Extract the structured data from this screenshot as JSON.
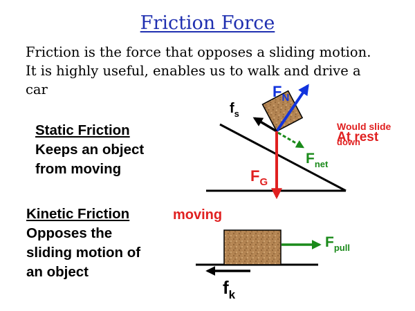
{
  "title": "Friction Force",
  "intro": "Friction is the force that opposes a sliding motion.  It is highly useful, enables us to walk and drive a car",
  "static": {
    "heading": "Static Friction",
    "line1": "Keeps an object",
    "line2": "from moving"
  },
  "kinetic": {
    "heading": "Kinetic Friction",
    "line1": "Opposes the",
    "line2": "sliding motion of",
    "line3": "an object"
  },
  "incline": {
    "fn": {
      "main": "F",
      "sub": "N"
    },
    "fs": {
      "main": "f",
      "sub": "s"
    },
    "fnet": {
      "main": "F",
      "sub": "net"
    },
    "fg": {
      "main": "F",
      "sub": "G"
    },
    "would_slide_line1": "Would slide",
    "would_slide_line2": "down",
    "at_rest": "At rest"
  },
  "flat": {
    "moving": "moving",
    "fpull": {
      "main": "F",
      "sub": "pull"
    },
    "fk": {
      "main": "f",
      "sub": "k"
    }
  },
  "colors": {
    "title": "#1f2fb0",
    "normal": "#1133dd",
    "gravity": "#e02020",
    "net": "#1a8a1a",
    "block_fill": "#b38452",
    "label_red": "#e02020"
  }
}
